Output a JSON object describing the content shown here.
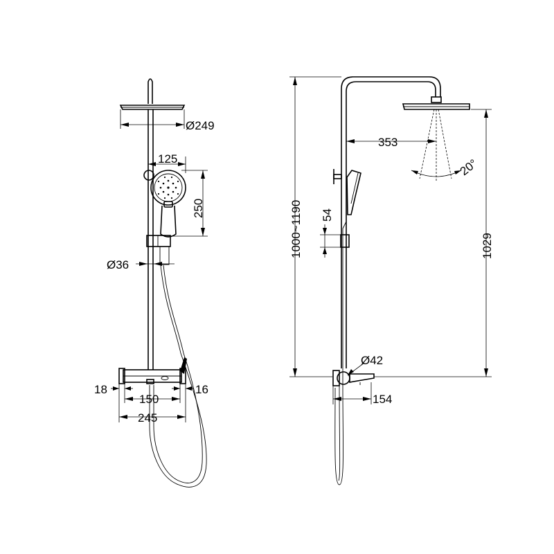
{
  "drawing": {
    "front_view": {
      "head_diameter": "Ø249",
      "hand_shower_width": "125",
      "hand_shower_height": "250",
      "pipe_diameter": "Ø36",
      "offset_left": "18",
      "offset_right": "16",
      "centers": "150",
      "overall_width": "245"
    },
    "side_view": {
      "reach": "353",
      "spray_angle": "20°",
      "holder_height": "54",
      "adjustable_height": "1000~1190",
      "total_height": "1029",
      "outlet_diameter": "Ø42",
      "projection": "154"
    }
  },
  "colors": {
    "line": "#000000",
    "background": "#ffffff"
  }
}
